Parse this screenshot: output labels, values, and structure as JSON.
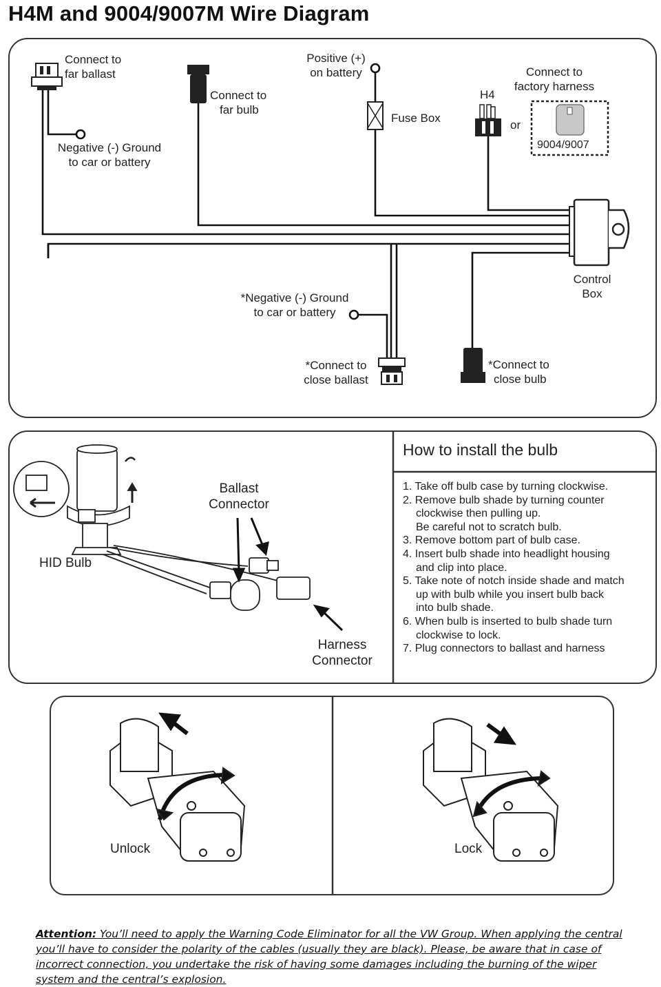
{
  "title": "H4M and 9004/9007M  Wire Diagram",
  "wire_diagram": {
    "far_ballast": [
      "Connect to",
      "far ballast"
    ],
    "ground_top": [
      "Negative (-) Ground",
      "to car or battery"
    ],
    "far_bulb": [
      "Connect to",
      "far bulb"
    ],
    "positive": [
      "Positive (+)",
      "on battery"
    ],
    "fuse_box": "Fuse Box",
    "h4": "H4",
    "or": "or",
    "factory_harness": [
      "Connect to",
      "factory harness"
    ],
    "socket_9004": "9004/9007",
    "control_box": [
      "Control",
      "Box"
    ],
    "ground_bottom": [
      "*Negative (-) Ground",
      "to car or battery"
    ],
    "close_ballast": [
      "*Connect to",
      "close ballast"
    ],
    "close_bulb": [
      "*Connect to",
      "close bulb"
    ]
  },
  "bulb_panel": {
    "hid_bulb": "HID Bulb",
    "ballast_connector": [
      "Ballast",
      "Connector"
    ],
    "harness_connector": [
      "Harness",
      "Connector"
    ]
  },
  "howto": {
    "heading": "How to install the bulb",
    "steps": [
      "1. Take off bulb case by turning clockwise.",
      "2. Remove bulb shade by turning counter",
      "clockwise then pulling up.",
      "Be careful not to scratch bulb.",
      "3. Remove bottom part of bulb case.",
      "4. Insert bulb shade into headlight housing",
      "and clip into place.",
      "5. Take note of notch inside shade and match",
      "up with bulb while you insert bulb back",
      "into bulb shade.",
      "6. When bulb is inserted to bulb shade turn",
      "clockwise to lock.",
      "7. Plug connectors to ballast and harness"
    ]
  },
  "lock_panel": {
    "unlock": "Unlock",
    "lock": "Lock"
  },
  "attention": {
    "label": "Attention:",
    "text": " You’ll need to apply the Warning Code Eliminator for all the VW Group. When applying the central you’ll have to consider the polarity of the cables (usually they are black). Please, be aware that in case of incorrect connection, you undertake the risk of having some damages including the burning of the wiper system and the central’s explosion."
  }
}
